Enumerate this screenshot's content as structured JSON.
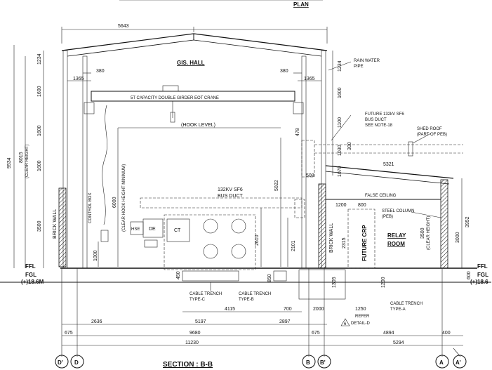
{
  "header": {
    "plan_label": "PLAN"
  },
  "labels": {
    "gis_hall": "GIS. HALL",
    "crane": "5T CAPACITY DOUBLE GIRDER EOT CRANE",
    "hook_level": "(HOOK LEVEL)",
    "control_box": "CONTROL BOX",
    "clear_hook_height": "(CLEAR HOOK HEIGHT MINIMUM)",
    "bus_duct_1": "132KV SF6",
    "bus_duct_2": "BUS DUCT",
    "future_duct_1": "FUTURE 132kV SF6",
    "future_duct_2": "BUS DUCT",
    "future_duct_3": "SEE NOTE-18",
    "rain_water_1": "RAIN WATER",
    "rain_water_2": "PIPE",
    "shed_roof_1": "SHED ROOF",
    "shed_roof_2": "(PART OF PEB)",
    "false_ceiling": "FALSE CEILING",
    "steel_column_1": "STEEL COLUMN",
    "steel_column_2": "(PEB)",
    "relay_room_1": "RELAY",
    "relay_room_2": "ROOM",
    "future_cp": "FUTURE CRP",
    "brick_wall_left": "BRICK WALL",
    "brick_wall_right": "BRICK WALL",
    "clear_height_left": "(CLEAR HEIGHT)",
    "clear_height_right": "(CLEAR HEIGHT)",
    "de": "DE",
    "ct": "CT",
    "hse": "HSE",
    "ffl_left": "FFL",
    "fgl_left": "FGL",
    "fgl_left_val": "(+)18.6M",
    "ffl_right": "FFL",
    "fgl_right": "FGL",
    "fgl_right_val": "(+)18.6",
    "trench_c_1": "CABLE TRENCH",
    "trench_c_2": "TYPE-C",
    "trench_b_1": "CABLE TRENCH",
    "trench_b_2": "TYPE-B",
    "trench_a_1": "CABLE TRENCH",
    "trench_a_2": "TYPE-A",
    "refer_1": "REFER",
    "refer_2": "DETAIL-D",
    "refer_num": "6",
    "section_title": "SECTION : B-B"
  },
  "dimensions": {
    "top_span": "5643",
    "d_380_left": "380",
    "d_380_right": "380",
    "d_1365_left": "1365",
    "d_1365_right": "1365",
    "d_1234_left": "1234",
    "d_1234_right": "1234",
    "d_1600_a": "1600",
    "d_1600_b": "1600",
    "d_1600_c": "1600",
    "d_1600_d": "1600",
    "d_3500": "3500",
    "d_9534": "9534",
    "d_8015": "8015",
    "d_6000": "6000",
    "d_1000": "1000",
    "d_5022": "5022",
    "d_478": "478",
    "d_508": "508",
    "d_2610": "2610",
    "d_2101": "2101",
    "d_1100": "1100",
    "d_300": "300",
    "d_1030": "1030",
    "d_1070": "1070",
    "d_5321": "5321",
    "d_1200_top": "1200",
    "d_800": "800",
    "d_2315": "2315",
    "d_3500_right": "3500",
    "d_3952": "3952",
    "d_3000": "3000",
    "d_600": "600",
    "d_450": "450",
    "d_850": "850",
    "d_1305": "1305",
    "d_1200_trench": "1200",
    "d_4115": "4115",
    "d_700": "700",
    "d_2000": "2000",
    "d_1250": "1250",
    "d_2636": "2636",
    "d_5197": "5197",
    "d_2897": "2897",
    "d_9680": "9680",
    "d_675_left": "675",
    "d_675_right": "675",
    "d_4894": "4894",
    "d_400": "400",
    "d_11230": "11230",
    "d_5294": "5294"
  },
  "grid_axes": [
    "D'",
    "D",
    "B",
    "B'",
    "A",
    "A'"
  ]
}
